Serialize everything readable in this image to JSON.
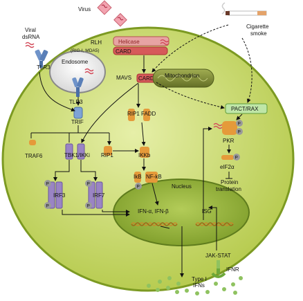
{
  "labels": {
    "virus": "Virus",
    "viral_dsrna_1": "Viral",
    "viral_dsrna_2": "dsRNA",
    "tlr3_membrane": "TLR3",
    "endosome": "Endosome",
    "tlr3_endosome": "TLR3",
    "trif": "TRIF",
    "traf6": "TRAF6",
    "tbk1_ikki": "TBK1/IKKi",
    "rip1_left": "RIP1",
    "irf3": "IRF3",
    "irf7": "IRF7",
    "rlh": "RLH",
    "rlh_sub": "(RIG-I, MDA5)",
    "helicase": "Helicase",
    "card_rlh": "CARD",
    "mavs": "MAVS",
    "card_mavs": "CARD",
    "mitochondrion": "Mitochondrion",
    "rip1_mid": "RIP1",
    "fadd": "FADD",
    "ikkb": "IKKb",
    "ikb": "IkB",
    "nfkb": "NF-kB",
    "cigarette_1": "Cigarette",
    "cigarette_2": "smoke",
    "pact_rax": "PACT/RAX",
    "pkr": "PKR",
    "eif2a": "eIF2α",
    "protein_1": "Protein",
    "protein_2": "translation",
    "nucleus": "Nucleus",
    "ifn": "IFN-α, IFN-β",
    "isg": "ISG",
    "jak_stat": "JAK-STAT",
    "ifnr": "IFNR",
    "type1_1": "Type I",
    "type1_2": "IFNs",
    "p": "P"
  },
  "colors": {
    "cell_fill": "#b9cf52",
    "cell_stroke": "#7c9a22",
    "nucleus_fill": "#8fb038",
    "receptor_blue": "#6f93c9",
    "purple": "#9a84c4",
    "orange": "#e59a3a",
    "red_protein": "#d65a5a",
    "mito": "#7d8a38",
    "pact_fill": "#bfe6a7",
    "dna": "#c88a2a",
    "phospho": "#9a9a9a",
    "ifn_dot": "#8fc260"
  }
}
